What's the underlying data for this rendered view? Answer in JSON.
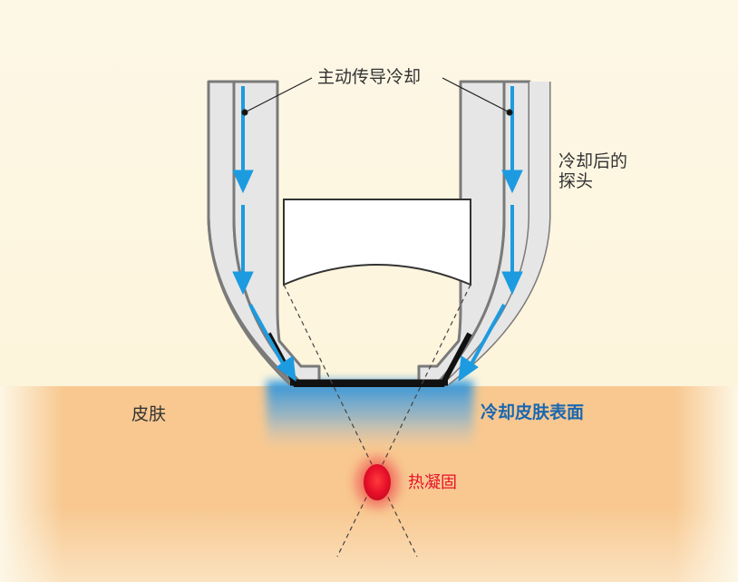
{
  "labels": {
    "active_cooling": "主动传导冷却",
    "cooled_probe": "冷却后的\n探头",
    "skin": "皮肤",
    "cooled_surface": "冷却皮肤表面",
    "coagulation": "热凝固"
  },
  "colors": {
    "background_top": "#fdf7e6",
    "skin": "#f8c890",
    "probe_wall": "#e6e6e6",
    "probe_outline": "#7a7a7a",
    "coolant_arrow": "#1d9be0",
    "cooled_surface_text": "#1a67b0",
    "coagulation": "#e8102a",
    "contact_plate": "#111111"
  },
  "icons": [
    "downward-flow-arrow-icon",
    "lens-icon",
    "coagulation-spot-icon"
  ]
}
